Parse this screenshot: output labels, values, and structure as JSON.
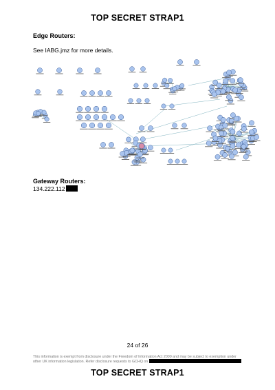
{
  "header": {
    "classification": "TOP SECRET STRAP1"
  },
  "edge_section": {
    "heading": "Edge Routers:",
    "note": "See IABG.jmz for more details."
  },
  "gateway_section": {
    "heading": "Gateway Routers:",
    "ip_prefix": "134.222.112"
  },
  "footer": {
    "page_number": "24 of 26",
    "disclaimer_line1": "This information is exempt from disclosure under the Freedom of Information Act 2000 and may be subject to exemption under",
    "disclaimer_line2": "other UK information legislation. Refer disclosure requests to GCHQ on",
    "classification": "TOP SECRET STRAP1"
  },
  "colors": {
    "node_fill": "#a9c4ee",
    "node_stroke": "#3d5f9a",
    "link": "#7fb2bf",
    "highlight_node": "#d98da8",
    "redaction": "#000000"
  }
}
